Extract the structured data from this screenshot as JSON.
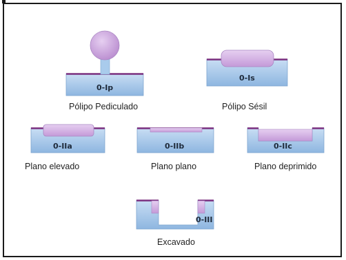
{
  "figure": {
    "colors": {
      "mucosa_top": "#c9def4",
      "mucosa_bottom": "#8eb6e0",
      "mucosa_edge": "#7fa6cf",
      "epithelium_line": "#7a2e7f",
      "lesion_light": "#e3c9ef",
      "lesion_dark": "#c49ad8",
      "frame": "#1a1a1a"
    },
    "lesions": [
      {
        "id": "ip",
        "code": "0-Ip",
        "caption": "Pólipo Pediculado"
      },
      {
        "id": "is",
        "code": "0-Is",
        "caption": "Pólipo Sésil"
      },
      {
        "id": "iia",
        "code": "0-IIa",
        "caption": "Plano elevado"
      },
      {
        "id": "iib",
        "code": "0-IIb",
        "caption": "Plano plano"
      },
      {
        "id": "iic",
        "code": "0-IIc",
        "caption": "Plano deprimido"
      },
      {
        "id": "iii",
        "code": "0-III",
        "caption": "Excavado"
      }
    ]
  }
}
